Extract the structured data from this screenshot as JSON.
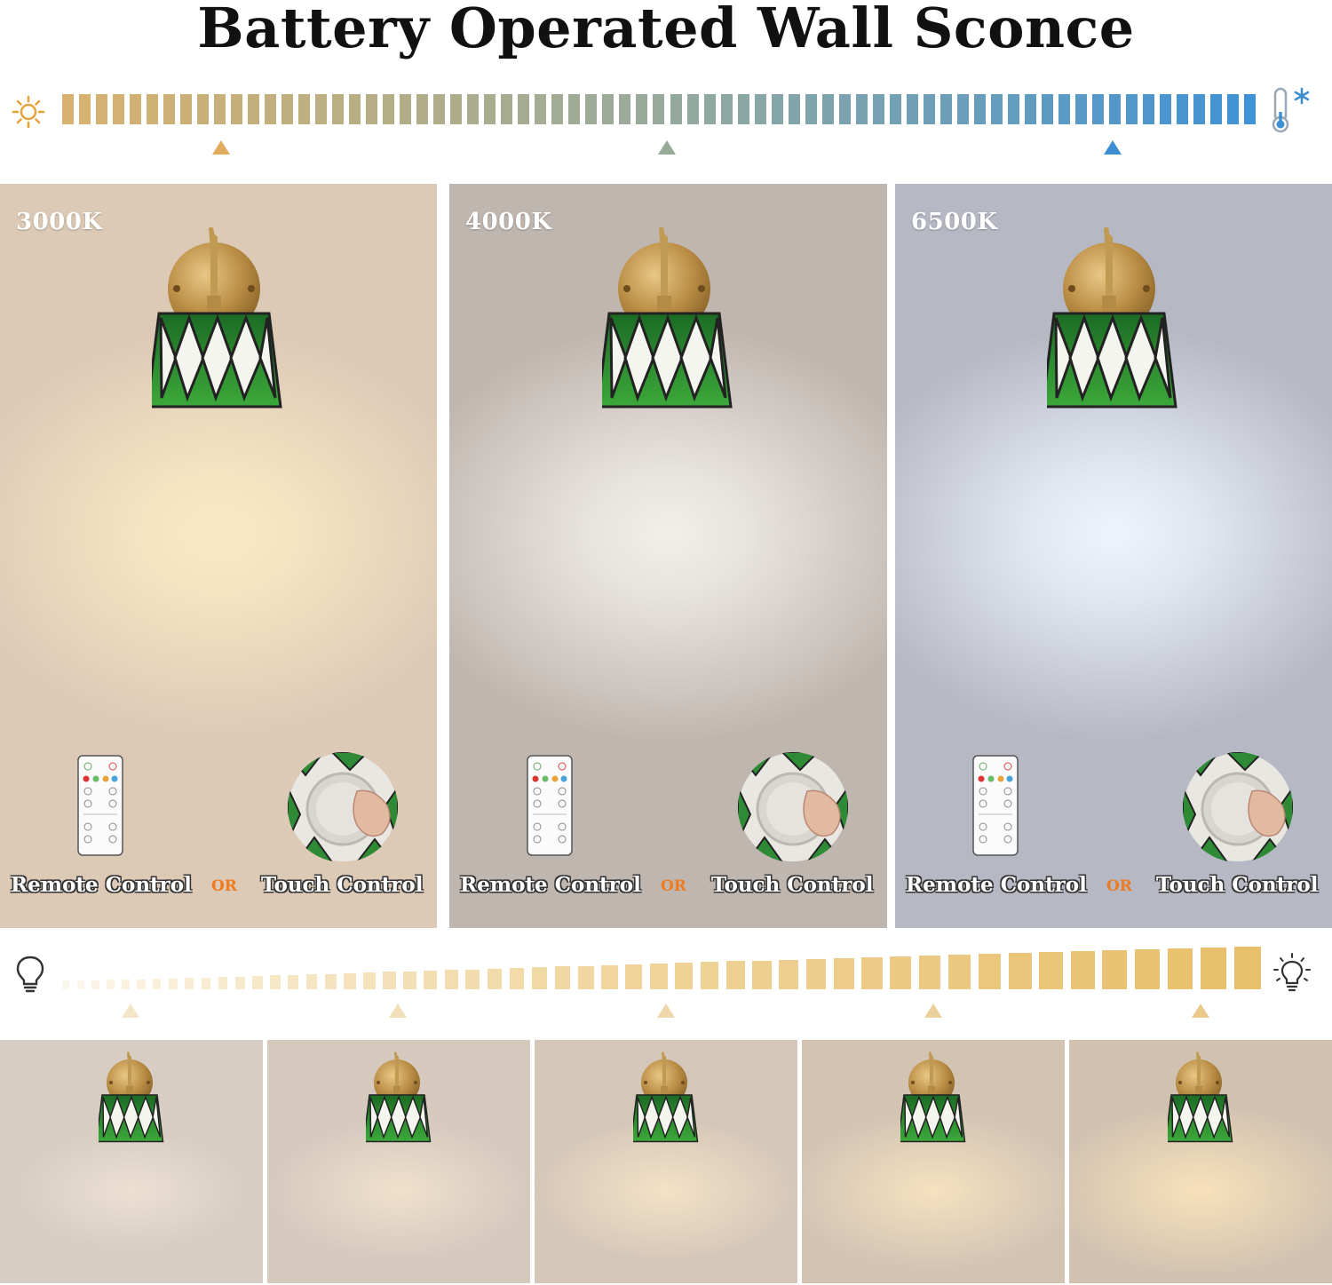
{
  "title": "Battery Operated Wall Sconce",
  "icons": {
    "warm": "sun-icon",
    "cool": "thermometer-snowflake-icon",
    "dim": "bulb-off-icon",
    "bright": "bulb-on-icon"
  },
  "color_temperature_scale": {
    "warm_color": "#d7b26e",
    "neutral_color": "#97aa9c",
    "cool_color": "#3f92d6",
    "markers": [
      "#e1ab5e",
      "#97ab98",
      "#3d8fd2"
    ]
  },
  "panels": [
    {
      "label": "3000K",
      "bg": "#dcc9b6",
      "glow": "#fbe9c5",
      "remote_label": "Remote Control",
      "or_label": "OR",
      "touch_label": "Touch Control"
    },
    {
      "label": "4000K",
      "bg": "#c0b6b0",
      "glow": "#f1efe8",
      "remote_label": "Remote Control",
      "or_label": "OR",
      "touch_label": "Touch Control"
    },
    {
      "label": "6500K",
      "bg": "#b6b8c4",
      "glow": "#eef4fb",
      "remote_label": "Remote Control",
      "or_label": "OR",
      "touch_label": "Touch Control"
    }
  ],
  "brightness_scale": {
    "color": "#e8bf6a",
    "marker_color": "#e9c98c",
    "levels": [
      0.2,
      0.4,
      0.6,
      0.8,
      1.0
    ]
  },
  "brightness_panels": [
    {
      "bg": "#d8cdc3",
      "glow": "#ebe0d2"
    },
    {
      "bg": "#d6cabf",
      "glow": "#f0e1cc"
    },
    {
      "bg": "#d4c6b8",
      "glow": "#f4e2c6"
    },
    {
      "bg": "#d2c3b3",
      "glow": "#f6e1c0"
    },
    {
      "bg": "#d1c1b0",
      "glow": "#f8e1bb"
    }
  ]
}
